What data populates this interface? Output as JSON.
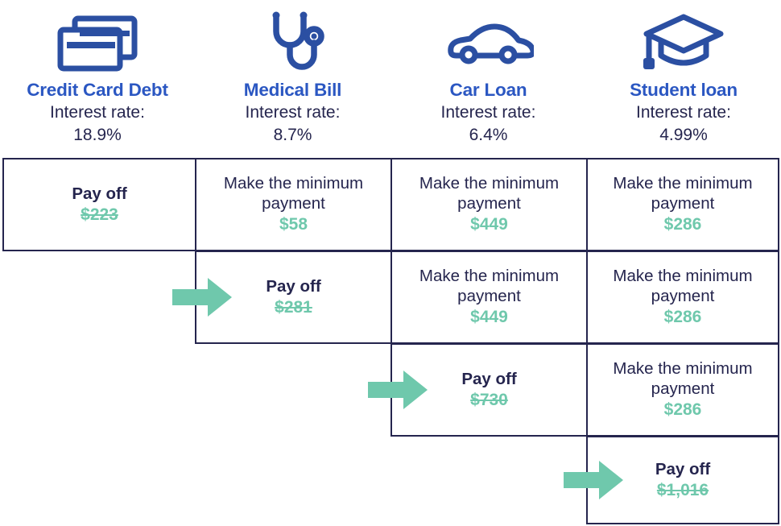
{
  "debts": [
    {
      "name": "Credit Card Debt",
      "rate_label": "Interest rate:",
      "rate_value": "18.9%",
      "icon": "credit-cards-icon"
    },
    {
      "name": "Medical Bill",
      "rate_label": "Interest rate:",
      "rate_value": "8.7%",
      "icon": "stethoscope-icon"
    },
    {
      "name": "Car Loan",
      "rate_label": "Interest rate:",
      "rate_value": "6.4%",
      "icon": "car-icon"
    },
    {
      "name": "Student loan",
      "rate_label": "Interest rate:",
      "rate_value": "4.99%",
      "icon": "graduation-cap-icon"
    }
  ],
  "labels": {
    "pay_off": "Pay off",
    "minimum_payment": "Make the minimum payment"
  },
  "rows": [
    {
      "cells": [
        {
          "action": "Pay off",
          "amount": "$223",
          "paid_off": true,
          "present": true
        },
        {
          "action": "Make the minimum payment",
          "amount": "$58",
          "paid_off": false,
          "present": true
        },
        {
          "action": "Make the minimum payment",
          "amount": "$449",
          "paid_off": false,
          "present": true
        },
        {
          "action": "Make the minimum payment",
          "amount": "$286",
          "paid_off": false,
          "present": true
        }
      ]
    },
    {
      "cells": [
        {
          "action": "",
          "amount": "",
          "paid_off": false,
          "present": false
        },
        {
          "action": "Pay off",
          "amount": "$281",
          "paid_off": true,
          "present": true
        },
        {
          "action": "Make the minimum payment",
          "amount": "$449",
          "paid_off": false,
          "present": true
        },
        {
          "action": "Make the minimum payment",
          "amount": "$286",
          "paid_off": false,
          "present": true
        }
      ]
    },
    {
      "cells": [
        {
          "action": "",
          "amount": "",
          "paid_off": false,
          "present": false
        },
        {
          "action": "",
          "amount": "",
          "paid_off": false,
          "present": false
        },
        {
          "action": "Pay off",
          "amount": "$730",
          "paid_off": true,
          "present": true
        },
        {
          "action": "Make the minimum payment",
          "amount": "$286",
          "paid_off": false,
          "present": true
        }
      ]
    },
    {
      "cells": [
        {
          "action": "",
          "amount": "",
          "paid_off": false,
          "present": false
        },
        {
          "action": "",
          "amount": "",
          "paid_off": false,
          "present": false
        },
        {
          "action": "",
          "amount": "",
          "paid_off": false,
          "present": false
        },
        {
          "action": "Pay off",
          "amount": "$1,016",
          "paid_off": true,
          "present": true
        }
      ]
    }
  ],
  "arrows": [
    {
      "row": 1,
      "target_column": 1,
      "direction": "right"
    },
    {
      "row": 2,
      "target_column": 2,
      "direction": "right"
    },
    {
      "row": 3,
      "target_column": 3,
      "direction": "right"
    }
  ],
  "colors": {
    "title_blue": "#2B57C2",
    "icon_blue": "#2B4FA2",
    "text_navy": "#25254E",
    "accent_green": "#6FC8AC",
    "border_navy": "#25254E",
    "background": "#FFFFFF"
  }
}
